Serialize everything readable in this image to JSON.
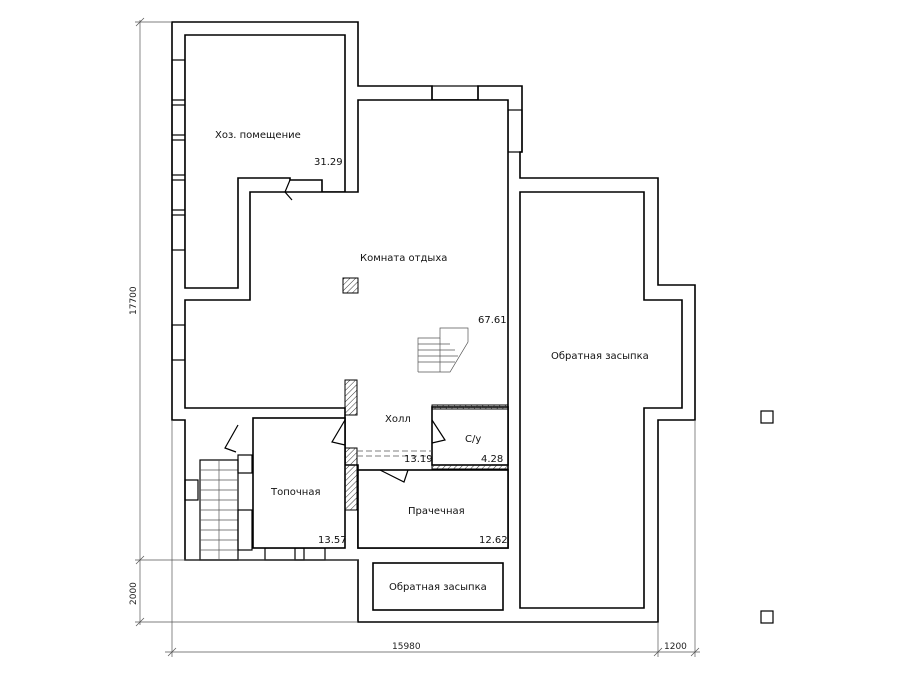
{
  "rooms": {
    "storage": {
      "name": "Хоз. помещение",
      "area": "31.29"
    },
    "lounge": {
      "name": "Комната отдыха",
      "area": "67.61"
    },
    "hall": {
      "name": "Холл",
      "area": "13.19"
    },
    "bathroom": {
      "name": "С/у",
      "area": "4.28"
    },
    "boiler": {
      "name": "Топочная",
      "area": "13.57"
    },
    "laundry": {
      "name": "Прачечная",
      "area": "12.62"
    },
    "backfill_right": {
      "name": "Обратная засыпка"
    },
    "backfill_bottom": {
      "name": "Обратная засыпка"
    }
  },
  "dimensions": {
    "height_total": "17700",
    "height_extra": "2000",
    "width_total": "15980",
    "width_extra": "1200"
  },
  "colors": {
    "line": "#000000",
    "background": "#ffffff"
  }
}
